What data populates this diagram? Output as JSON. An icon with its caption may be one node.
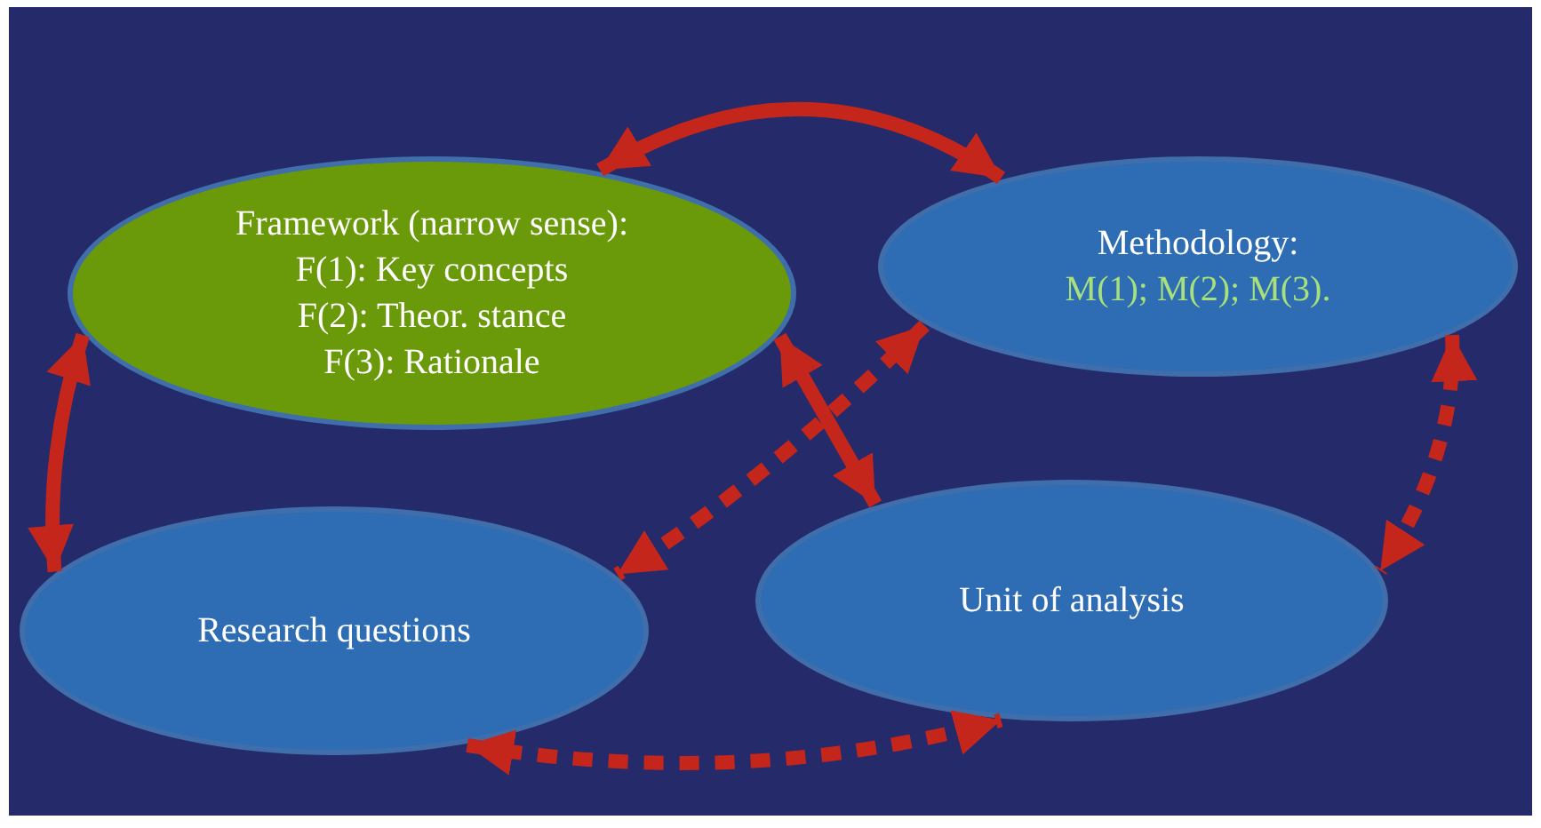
{
  "diagram": {
    "nodes": [
      {
        "text": [
          "Framework (narrow sense): F(1): Key concepts",
          "F(2): Theor. stance",
          "F(3): Rationale"
        ]
      },
      {
        "text": [
          "Methodology:",
          "M(1); M(2); M(3)."
        ]
      },
      {
        "text": [
          "Research questions"
        ]
      },
      {
        "text": [
          "Unit of analysis"
        ]
      }
    ],
    "edges": [
      {
        "from": 0,
        "to": 1,
        "arrow": "both"
      },
      {
        "from": 0,
        "to": 2,
        "arrow": "both"
      },
      {
        "from": 0,
        "to": 3,
        "arrow": "both"
      },
      {
        "from": 1,
        "to": 2,
        "arrow": "both",
        "style": "dashed"
      },
      {
        "from": 1,
        "to": 3,
        "arrow": "both",
        "style": "dashed"
      },
      {
        "from": 2,
        "to": 3,
        "arrow": "both",
        "style": "dashed"
      }
    ]
  }
}
